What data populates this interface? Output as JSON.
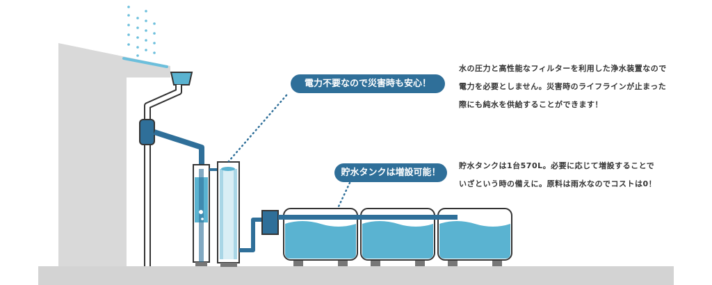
{
  "callouts": {
    "power": {
      "label": "電力不要なので災害時も安心！",
      "lines": [
        "水の圧力と高性能なフィルターを利用した浄水装置なので",
        "電力を必要としません。災害時のライフラインが止まった",
        "際にも純水を供給することができます！"
      ]
    },
    "tank": {
      "label": "貯水タンクは増設可能！",
      "lines": [
        "貯水タンクは1台570L。必要に応じて増設することで",
        "いざという時の備えに。原料は雨水なのでコストは0！"
      ]
    }
  },
  "colors": {
    "pipe": "#2f6f99",
    "water": "#5ab3d1",
    "rain": "#6cbfdc",
    "building": "#d9d9d9",
    "ground": "#d3d3d3",
    "outline": "#333333",
    "pill": "#2f6f99"
  },
  "diagram": {
    "tank_count": 3,
    "rain_icon": "rain-drops-icon"
  }
}
